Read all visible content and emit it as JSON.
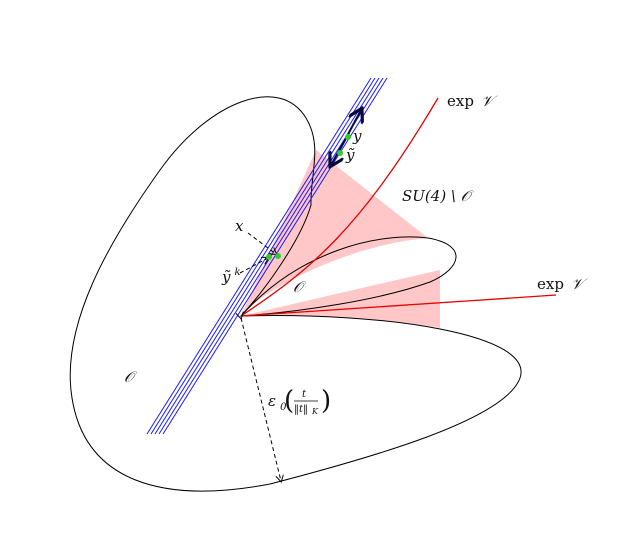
{
  "labels": {
    "region_left": "𝒪",
    "region_mid": "𝒪",
    "complement": "SU(4) \\ 𝒪",
    "exp_top_prefix": "exp",
    "exp_top_script": "𝒱",
    "exp_right_prefix": "exp",
    "exp_right_script": "𝒱",
    "x": "x",
    "y": "y",
    "ytilde": "ỹ",
    "ytilde_k_base": "ỹ",
    "ytilde_k_sup": "k",
    "epsilon_base": "ε",
    "epsilon_sub": "0",
    "frac_num": "t",
    "frac_den_open": "‖t‖",
    "frac_den_sub": "K"
  },
  "colors": {
    "outline": "#000000",
    "band": "#1a1aff",
    "ray": "#e60000",
    "cone_fill": "#ffc7c7",
    "point": "#2ecc2e",
    "arrow": "#0a0a3a"
  }
}
